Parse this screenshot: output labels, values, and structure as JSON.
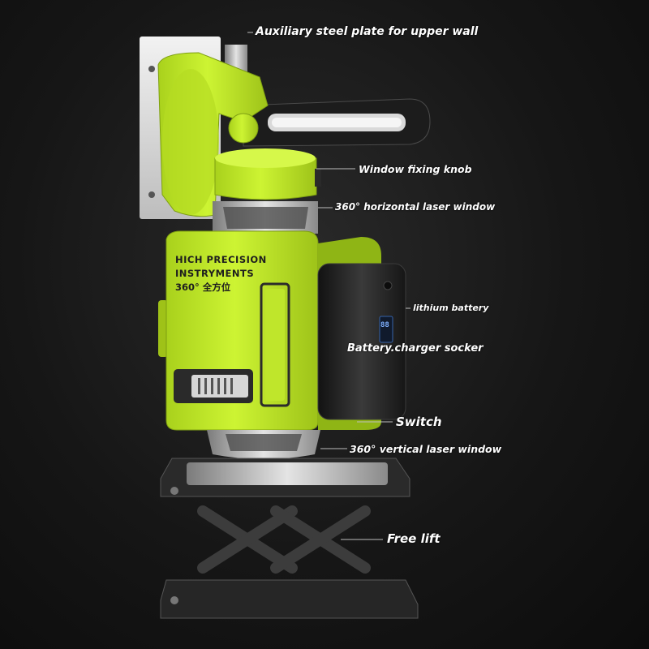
{
  "product": {
    "front_text_line1": "HICH PRECISION",
    "front_text_line2": "INSTRYMENTS",
    "front_text_line3": "360° 全方位",
    "display_digits": "88"
  },
  "callouts": {
    "steel_plate": "Auxiliary steel plate for upper wall",
    "fixing_knob": "Window fixing knob",
    "horizontal_window": "360° horizontal laser window",
    "lithium_battery": "lithium battery",
    "charger_socket": "Battery.charger socker",
    "switch": "Switch",
    "vertical_window": "360° vertical laser window",
    "free_lift": "Free lift"
  },
  "colors": {
    "body_green": "#c6f02a",
    "body_green_dark": "#8fb515",
    "battery_black": "#1e1e1e",
    "metal": "#b9b9b9",
    "background": "#151515"
  }
}
